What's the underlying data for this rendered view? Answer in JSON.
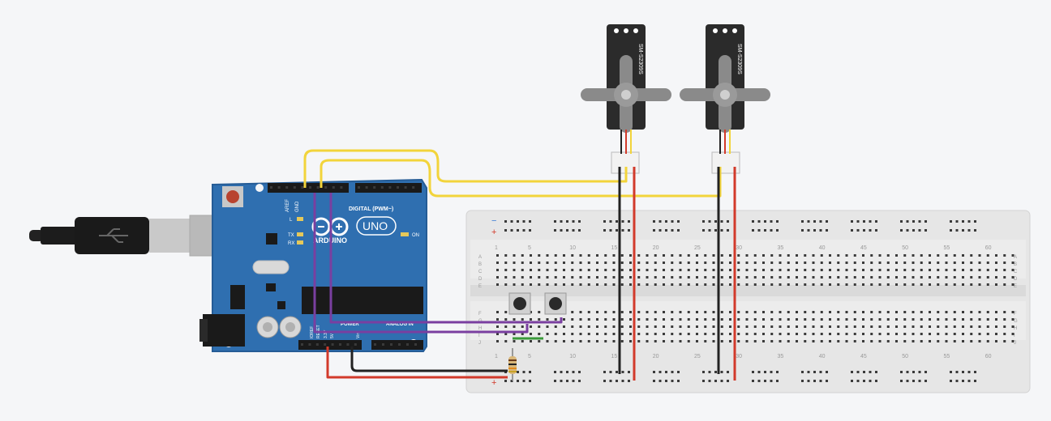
{
  "arduino": {
    "brand": "ARDUINO",
    "model": "UNO",
    "on_label": "ON",
    "l_label": "L",
    "tx_label": "TX",
    "rx_label": "RX",
    "digital_label": "DIGITAL (PWM~)",
    "power_label": "POWER",
    "analog_label": "ANALOG IN",
    "aref": "AREF",
    "gnd": "GND",
    "ioref": "IOREF",
    "reset": "RESET",
    "v33": "3.3V",
    "v5": "5V",
    "vin": "Vin"
  },
  "servos": [
    {
      "label": "SM-S2309S"
    },
    {
      "label": "SM-S2309S"
    }
  ],
  "breadboard": {
    "col_numbers": [
      "1",
      "5",
      "10",
      "15",
      "20",
      "25",
      "30",
      "35",
      "40",
      "45",
      "50",
      "55",
      "60"
    ],
    "rows_top": [
      "A",
      "B",
      "C",
      "D",
      "E"
    ],
    "rows_bottom": [
      "F",
      "G",
      "H",
      "I",
      "J"
    ],
    "rail_minus": "−",
    "rail_plus": "+"
  },
  "colors": {
    "board": "#2f6fb0",
    "board_dark": "#1f4f85",
    "wire_yellow": "#f2d43b",
    "wire_red": "#d23a2b",
    "wire_black": "#222222",
    "wire_purple": "#7a3fa0",
    "wire_green": "#3a9a3a",
    "breadboard": "#e9e9e9",
    "servo_body": "#2b2b2b",
    "horn": "#8a8a8a"
  }
}
